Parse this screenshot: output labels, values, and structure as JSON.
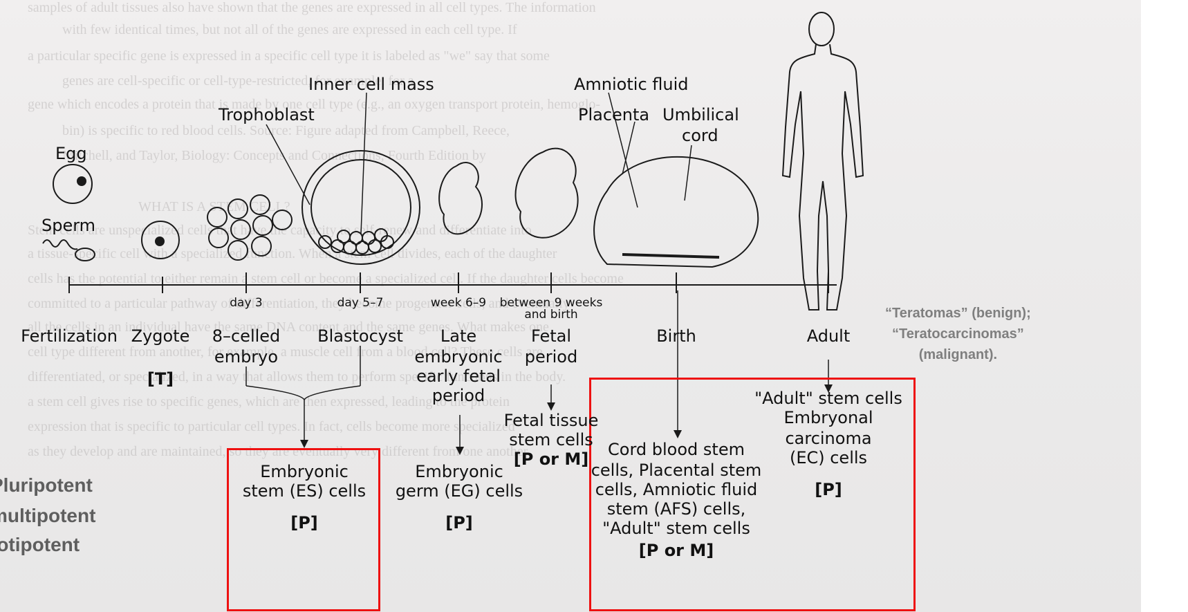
{
  "labels": {
    "inner_cell_mass": "Inner cell mass",
    "amniotic_fluid": "Amniotic fluid",
    "trophoblast": "Trophoblast",
    "placenta": "Placenta",
    "umbilical": "Umbilical",
    "cord": "cord",
    "egg": "Egg",
    "sperm": "Sperm"
  },
  "timeline": {
    "ticks": [
      "day 3",
      "day 5–7",
      "week 6–9",
      "between 9 weeks",
      "and birth"
    ],
    "stages": {
      "fertilization": "Fertilization",
      "zygote": "Zygote",
      "zygote_tag": "[T]",
      "eight_celled_1": "8–celled",
      "eight_celled_2": "embryo",
      "blastocyst": "Blastocyst",
      "late_1": "Late",
      "late_2": "embryonic",
      "late_3": "early fetal",
      "late_4": "period",
      "fetal_1": "Fetal",
      "fetal_2": "period",
      "birth": "Birth",
      "adult": "Adult"
    }
  },
  "stem_cells": {
    "es_1": "Embryonic",
    "es_2": "stem (ES) cells",
    "es_tag": "[P]",
    "eg_1": "Embryonic",
    "eg_2": "germ (EG) cells",
    "eg_tag": "[P]",
    "fetal_1": "Fetal tissue",
    "fetal_2": "stem cells",
    "fetal_tag": "[P or M]",
    "cord_1": "Cord blood stem",
    "cord_2": "cells, Placental stem",
    "cord_3": "cells, Amniotic fluid",
    "cord_4": "stem (AFS) cells,",
    "cord_5": "\"Adult\" stem cells",
    "cord_tag": "[P or M]",
    "adult_1": "\"Adult\" stem cells",
    "ec_1": "Embryonal",
    "ec_2": "carcinoma",
    "ec_3": "(EC) cells",
    "ec_tag": "[P]"
  },
  "annotation": {
    "line1": "“Teratomas” (benign);",
    "line2": "“Teratocarcinomas”",
    "line3": "(malignant)."
  },
  "legend": {
    "pluripotent": "Pluripotent",
    "multipotent": "multipotent",
    "totipotent": "totipotent"
  },
  "background_text": [
    "samples of adult tissues also have shown that the genes are expressed in all cell types. The information",
    "with few identical times, but not all of the genes are expressed in each cell type. If",
    "a particular specific gene is expressed in a specific cell type it is labeled as \"we\" say that some",
    "genes are cell-specific or cell-type-restricted, for example, for a",
    "gene which encodes a protein that is made by one cell type (e.g., an oxygen transport protein, hemoglo-",
    "bin) is specific to red blood cells. Source: Figure adapted from Campbell, Reece,",
    "Mitchell, and Taylor, Biology: Concepts and Connections, Fourth Edition by",
    "WHAT IS A STEM CELL?",
    "Stem cells are unspecialized cells that have the capacity to self-renew and differentiate into",
    "a tissue-specific cell with a specialized function. When a stem cell divides, each of the daughter",
    "cells has the potential to either remain a stem cell or become a specialized cell. If the daughter cells become",
    "committed to a particular pathway of differentiation, they become progenitor cells, and eventually",
    "all the cells in an individual have the same DNA content and the same genes. What makes one",
    "cell type different from another, for example, a muscle cell from a blood cell? These cells are",
    "differentiated, or specialized, in a way that allows them to perform specific functions in the body.",
    "a stem cell gives rise to specific genes, which are then expressed, leading to the protein",
    "expression that is specific to particular cell types. In fact, cells become more specialized",
    "as they develop and are maintained, so they are eventually very different from one another."
  ]
}
